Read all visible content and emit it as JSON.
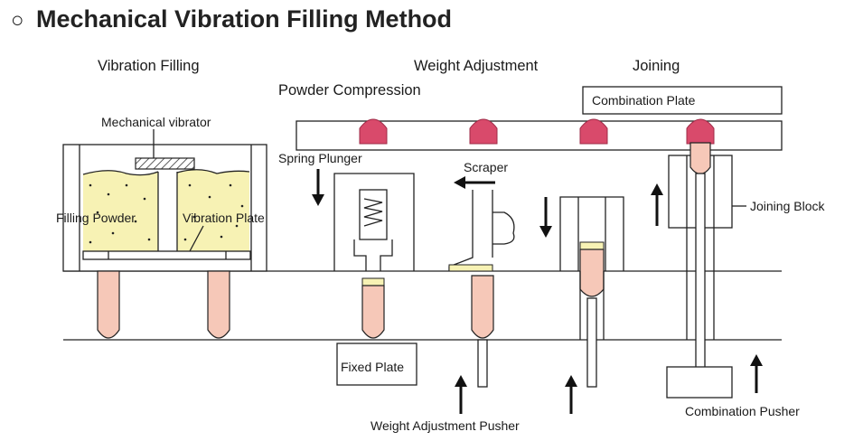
{
  "title": "Mechanical Vibration Filling Method",
  "title_bullet": "○",
  "sections": {
    "vibration_filling": "Vibration Filling",
    "powder_compression": "Powder Compression",
    "weight_adjustment": "Weight Adjustment",
    "joining": "Joining"
  },
  "labels": {
    "mechanical_vibrator": "Mechanical vibrator",
    "filling_powder": "Filling Powder",
    "vibration_plate": "Vibration Plate",
    "spring_plunger": "Spring Plunger",
    "scraper": "Scraper",
    "combination_plate": "Combination Plate",
    "joining_block": "Joining Block",
    "fixed_plate": "Fixed Plate",
    "weight_adjustment_pusher": "Weight Adjustment Pusher",
    "combination_pusher": "Combination Pusher"
  },
  "colors": {
    "capsule_cap": "#d94a6b",
    "capsule_body": "#f6c8b8",
    "powder": "#f7f2b4",
    "line": "#222222"
  }
}
